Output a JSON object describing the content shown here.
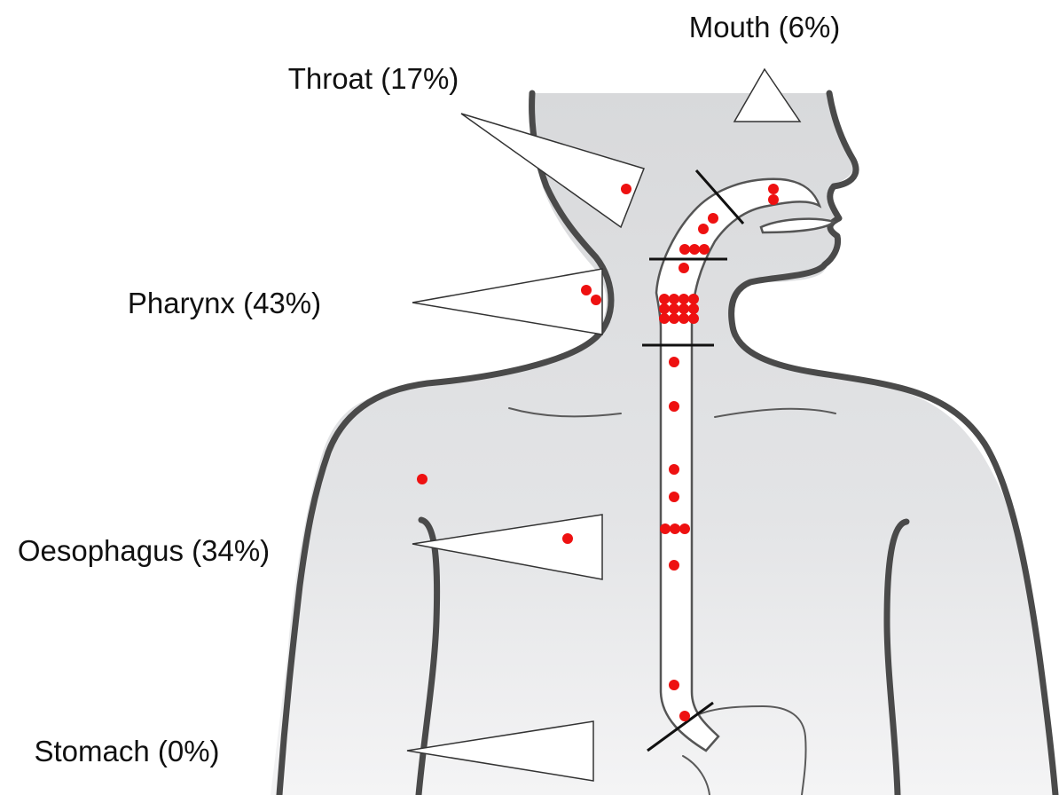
{
  "labels": {
    "mouth": "Mouth (6%)",
    "throat": "Throat (17%)",
    "pharynx": "Pharynx (43%)",
    "oesophagus": "Oesophagus (34%)",
    "stomach": "Stomach (0%)"
  },
  "colors": {
    "dot": "#ee1111",
    "body_fill": "#d9dadc",
    "outline": "#4a4a4a"
  }
}
